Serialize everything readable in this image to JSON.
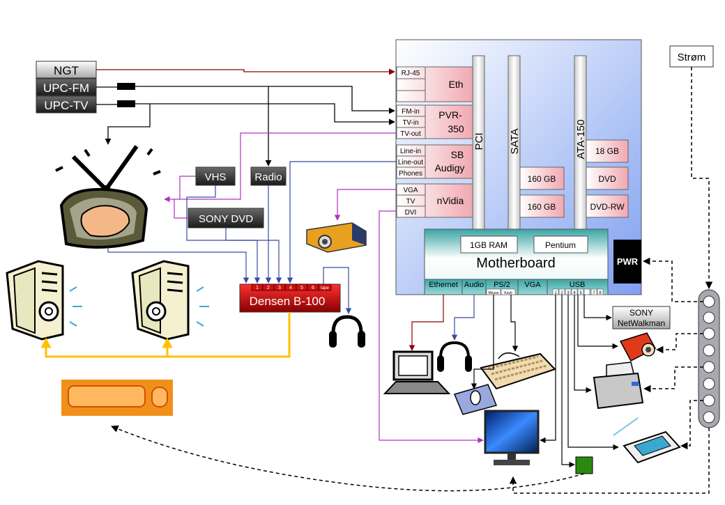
{
  "sources": {
    "ngt": "NGT",
    "upc_fm": "UPC-FM",
    "upc_tv": "UPC-TV"
  },
  "power": {
    "label": "Strøm",
    "pwr": "PWR"
  },
  "av": {
    "vhs": "VHS",
    "radio": "Radio",
    "sony_dvd": "SONY DVD"
  },
  "amp": {
    "label": "Densen B-100",
    "inputs": [
      "1",
      "2",
      "3",
      "4",
      "5",
      "6",
      "tape"
    ]
  },
  "pc": {
    "cards": {
      "eth": {
        "name": "Eth",
        "ports": [
          "RJ-45",
          "",
          ""
        ]
      },
      "pvr": {
        "name1": "PVR-",
        "name2": "350",
        "ports": [
          "FM-in",
          "TV-in",
          "TV-out"
        ]
      },
      "sb": {
        "name1": "SB",
        "name2": "Audigy",
        "ports": [
          "Line-in",
          "Line-out",
          "Phones"
        ]
      },
      "nvidia": {
        "name": "nVidia",
        "ports": [
          "VGA",
          "TV",
          "DVI"
        ]
      }
    },
    "buses": {
      "pci": "PCI",
      "sata": "SATA",
      "ata": "ATA-150"
    },
    "drives": {
      "sata1": "160 GB",
      "sata2": "160 GB",
      "ata1": "18 GB",
      "ata2": "DVD",
      "ata3": "DVD-RW"
    },
    "motherboard": {
      "title": "Motherboard",
      "ram": "1GB RAM",
      "cpu": "Pentium",
      "ports": {
        "ethernet": "Ethernet",
        "audio": "Audio",
        "ps2": "PS/2",
        "vga": "VGA",
        "usb": "USB"
      },
      "ps2_sub": [
        "Mouse",
        "Keyb"
      ],
      "usb_sub": [
        "1",
        "2",
        "3",
        "4",
        "5",
        "",
        "7",
        "8"
      ]
    }
  },
  "devices": {
    "netwalkman1": "SONY",
    "netwalkman2": "NetWalkman"
  }
}
